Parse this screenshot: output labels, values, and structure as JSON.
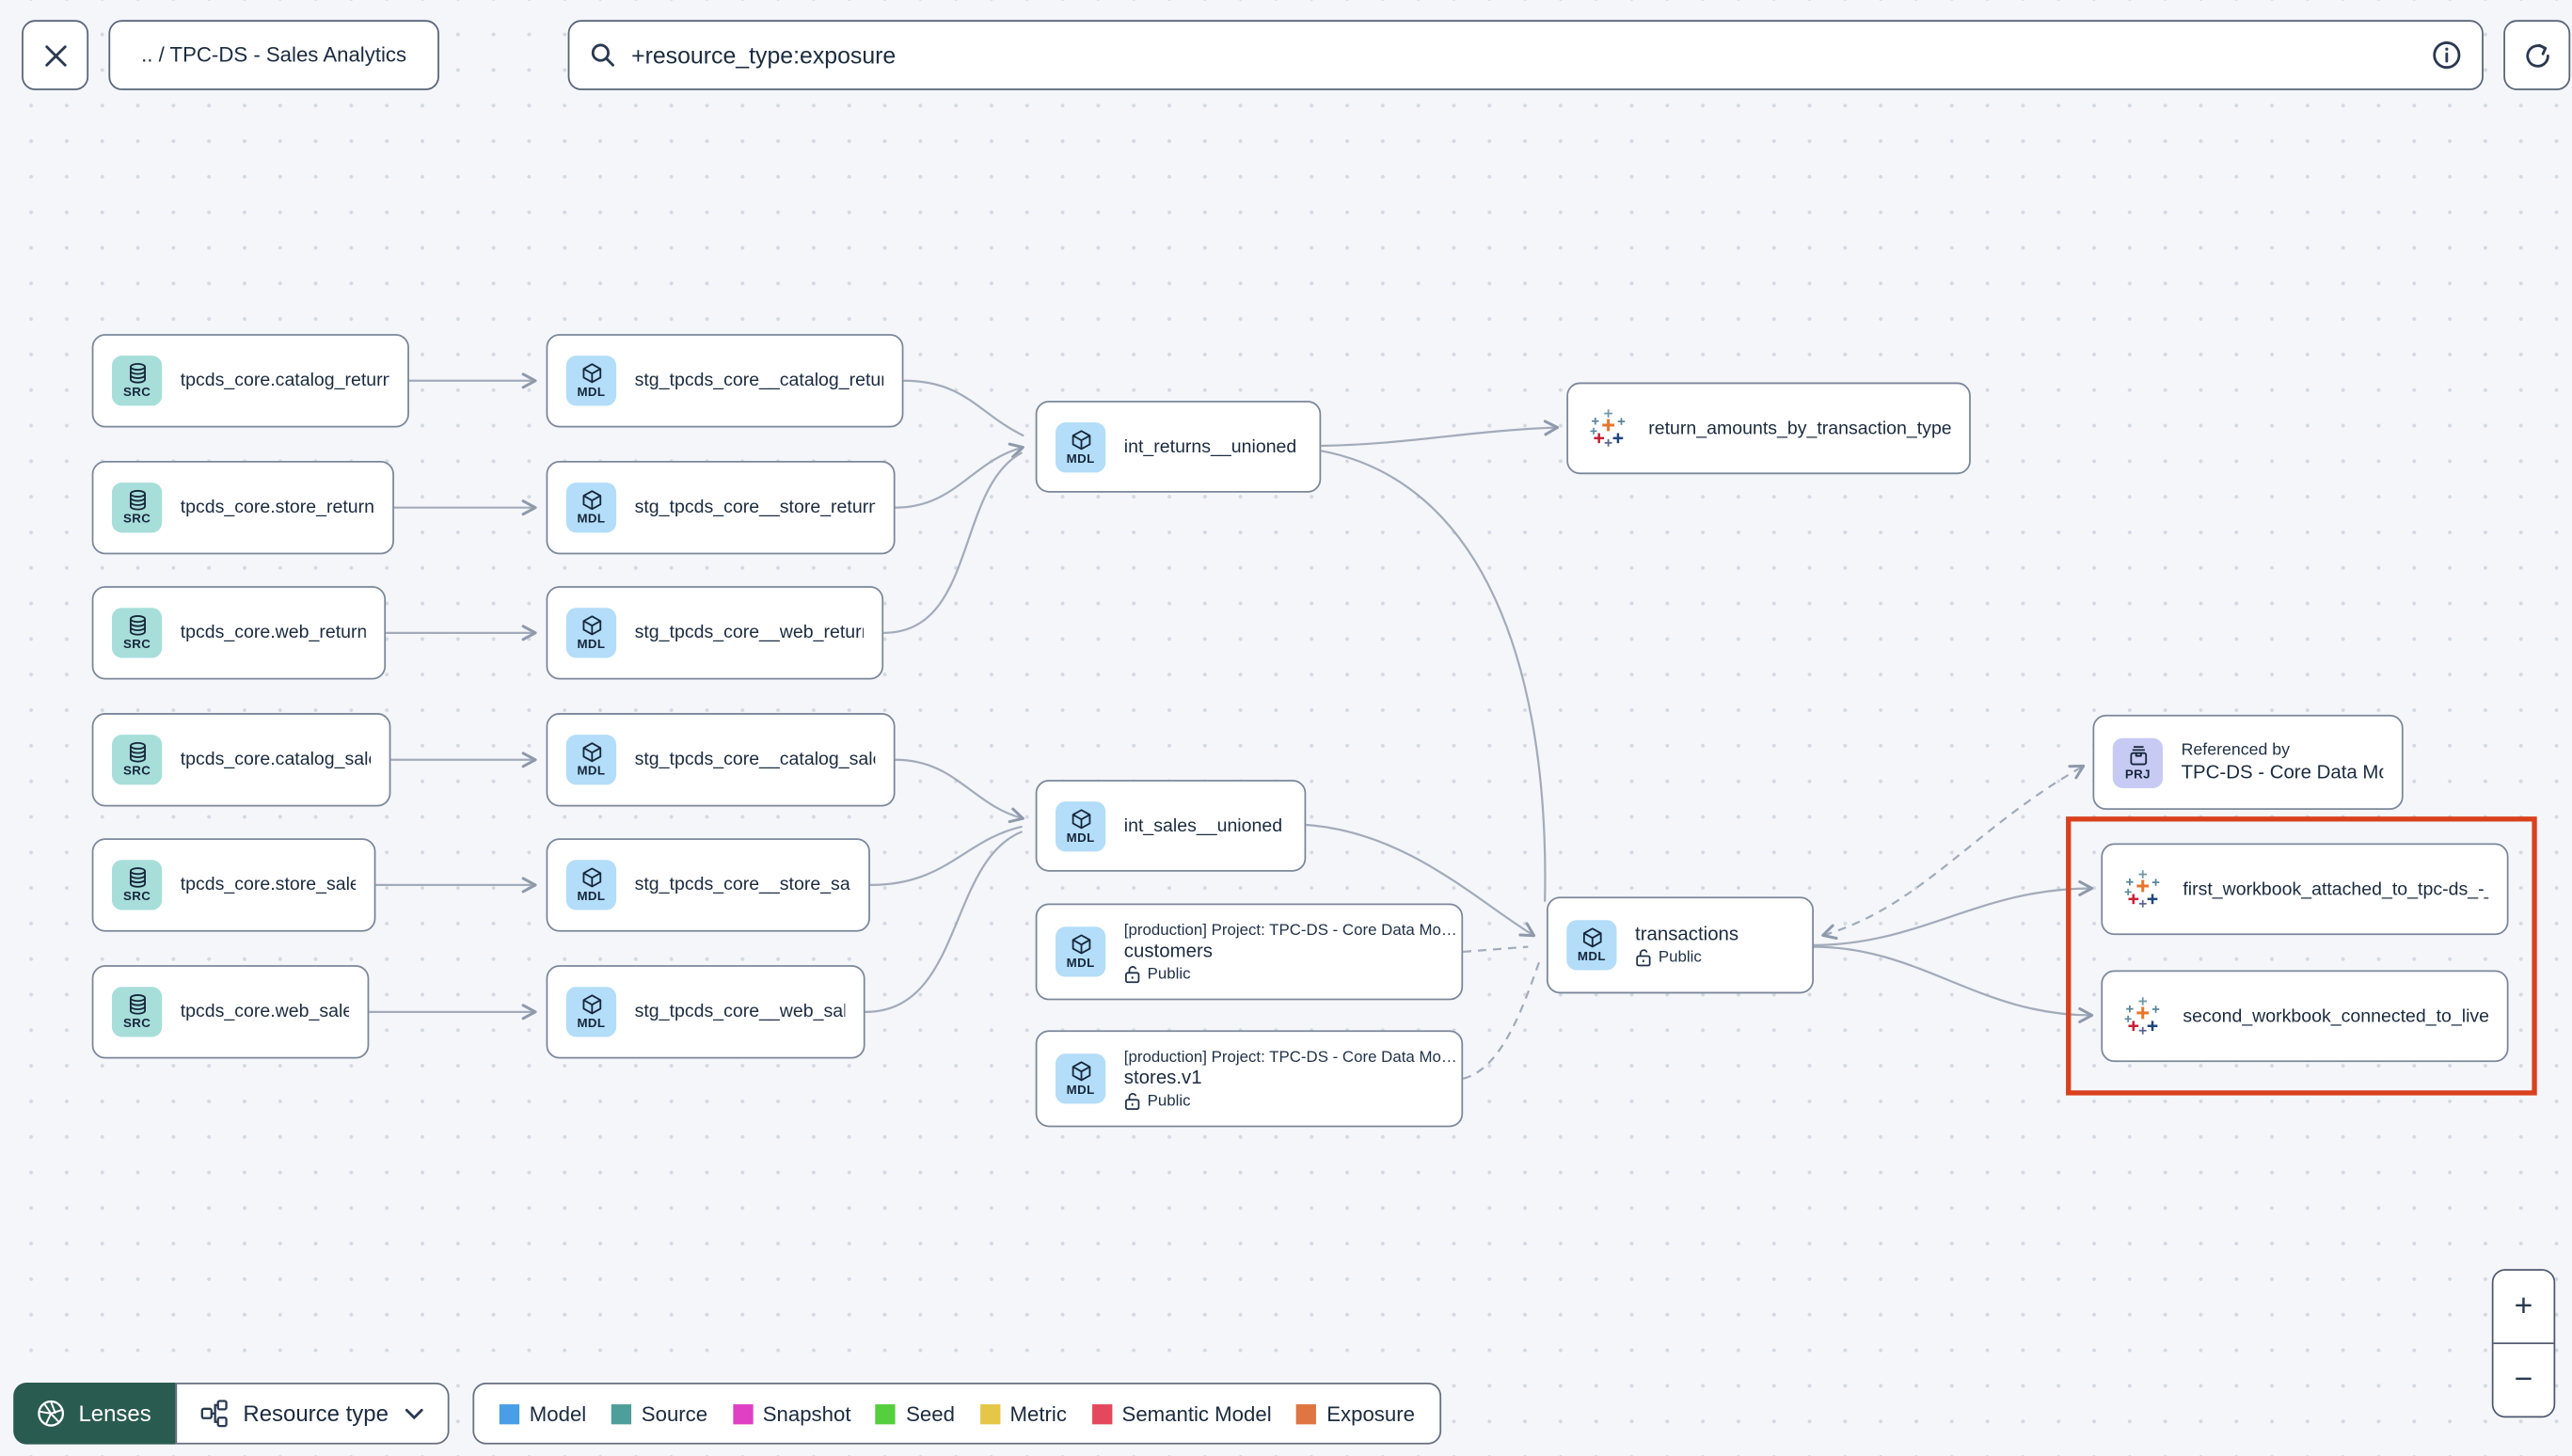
{
  "toolbar": {
    "breadcrumb": ".. / TPC-DS - Sales Analytics",
    "search_value": "+resource_type:exposure"
  },
  "graph": {
    "nodes": [
      {
        "id": "src_catalog_returns",
        "kind": "source",
        "badge": "SRC",
        "label": "tpcds_core.catalog_returns"
      },
      {
        "id": "src_store_returns",
        "kind": "source",
        "badge": "SRC",
        "label": "tpcds_core.store_returns"
      },
      {
        "id": "src_web_returns",
        "kind": "source",
        "badge": "SRC",
        "label": "tpcds_core.web_returns"
      },
      {
        "id": "src_catalog_sales",
        "kind": "source",
        "badge": "SRC",
        "label": "tpcds_core.catalog_sales"
      },
      {
        "id": "src_store_sales",
        "kind": "source",
        "badge": "SRC",
        "label": "tpcds_core.store_sales"
      },
      {
        "id": "src_web_sales",
        "kind": "source",
        "badge": "SRC",
        "label": "tpcds_core.web_sales"
      },
      {
        "id": "stg_catalog_returns",
        "kind": "model",
        "badge": "MDL",
        "label": "stg_tpcds_core__catalog_returns"
      },
      {
        "id": "stg_store_returns",
        "kind": "model",
        "badge": "MDL",
        "label": "stg_tpcds_core__store_returns"
      },
      {
        "id": "stg_web_returns",
        "kind": "model",
        "badge": "MDL",
        "label": "stg_tpcds_core__web_returns"
      },
      {
        "id": "stg_catalog_sales",
        "kind": "model",
        "badge": "MDL",
        "label": "stg_tpcds_core__catalog_sales"
      },
      {
        "id": "stg_store_sales",
        "kind": "model",
        "badge": "MDL",
        "label": "stg_tpcds_core__store_sales"
      },
      {
        "id": "stg_web_sales",
        "kind": "model",
        "badge": "MDL",
        "label": "stg_tpcds_core__web_sales"
      },
      {
        "id": "int_returns",
        "kind": "model",
        "badge": "MDL",
        "label": "int_returns__unioned"
      },
      {
        "id": "int_sales",
        "kind": "model",
        "badge": "MDL",
        "label": "int_sales__unioned"
      },
      {
        "id": "customers",
        "kind": "model_public",
        "badge": "MDL",
        "project_line": "[production] Project: TPC-DS - Core Data Mo…",
        "label": "customers",
        "access": "Public"
      },
      {
        "id": "stores_v1",
        "kind": "model_public",
        "badge": "MDL",
        "project_line": "[production] Project: TPC-DS - Core Data Mo…",
        "label": "stores.v1",
        "access": "Public"
      },
      {
        "id": "transactions",
        "kind": "model_access",
        "badge": "MDL",
        "label": "transactions",
        "access": "Public"
      },
      {
        "id": "return_amounts",
        "kind": "exposure",
        "label": "return_amounts_by_transaction_type"
      },
      {
        "id": "first_workbook",
        "kind": "exposure",
        "label": "first_workbook_attached_to_tpc-ds_-_…"
      },
      {
        "id": "second_workbook",
        "kind": "exposure",
        "label": "second_workbook_connected_to_live…"
      },
      {
        "id": "referenced_project",
        "kind": "project",
        "badge": "PRJ",
        "title": "Referenced by",
        "label": "TPC-DS - Core Data Models"
      }
    ]
  },
  "bottom_bar": {
    "lenses_label": "Lenses",
    "resource_type_label": "Resource type"
  },
  "legend": {
    "items": [
      {
        "label": "Model",
        "color": "#4A9EE8"
      },
      {
        "label": "Source",
        "color": "#4E9E99"
      },
      {
        "label": "Snapshot",
        "color": "#E040C4"
      },
      {
        "label": "Seed",
        "color": "#55CF3D"
      },
      {
        "label": "Metric",
        "color": "#E5C647"
      },
      {
        "label": "Semantic Model",
        "color": "#E4485C"
      },
      {
        "label": "Exposure",
        "color": "#DF7540"
      }
    ]
  },
  "zoom_controls": {
    "zoom_in": "+",
    "zoom_out": "−"
  },
  "colors": {
    "highlight_rect": "#D9411E",
    "badge_source": "#A7DEDA",
    "badge_model": "#B3DDF8",
    "badge_project": "#C7CBF3",
    "lenses_button": "#2A5B50",
    "edge": "#A3ABBA"
  }
}
